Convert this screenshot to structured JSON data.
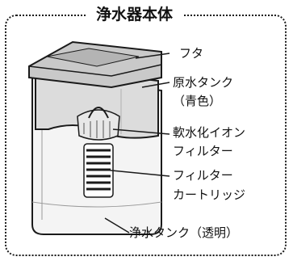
{
  "title": "浄水器本体",
  "labels": {
    "lid": "フタ",
    "raw_tank": "原水タンク",
    "raw_tank_note": "（青色）",
    "softener_line1": "軟水化イオン",
    "softener_line2": "フィルター",
    "filter_line1": "フィルター",
    "filter_line2": "カートリッジ",
    "clean_tank": "浄水タンク（透明）"
  },
  "colors": {
    "outline": "#1a1a1a",
    "lid_fill": "#c9c9c9",
    "tank_fill": "#dcdcdc",
    "clean_fill": "#f4f4f4"
  }
}
